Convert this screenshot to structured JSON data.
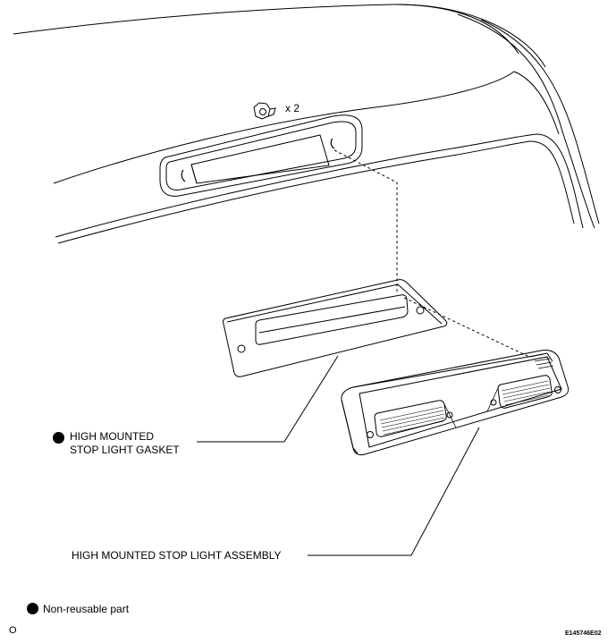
{
  "fastener": {
    "quantity_label": "x 2"
  },
  "parts": {
    "gasket": {
      "line1": "HIGH MOUNTED",
      "line2": "STOP LIGHT GASKET",
      "non_reusable": true
    },
    "assembly": {
      "label": "HIGH MOUNTED STOP LIGHT ASSEMBLY"
    }
  },
  "legend": {
    "non_reusable_label": "Non-reusable part"
  },
  "footer": {
    "page_marker": "O",
    "figure_code": "E145746E02"
  },
  "colors": {
    "line": "#000000",
    "background": "#ffffff"
  }
}
